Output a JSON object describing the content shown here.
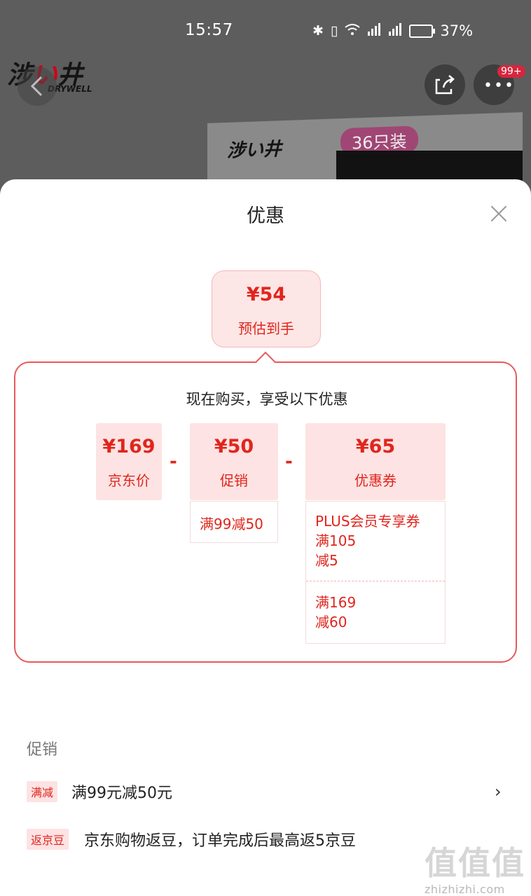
{
  "status_bar": {
    "time": "15:57",
    "icons": [
      "bluetooth-icon",
      "vibrate-icon",
      "wifi-icon",
      "signal-icon",
      "signal-5g-icon",
      "battery-icon"
    ],
    "battery": "37%"
  },
  "product_header": {
    "brand_cn_1": "涉",
    "brand_cn_2": "い",
    "brand_cn_3": "井",
    "brand_en": "DRYWELL",
    "more_badge": "99+",
    "box_logo": "涉い井",
    "pack_label": "36只装"
  },
  "sheet": {
    "title": "优惠",
    "estimate": {
      "price": "¥54",
      "label": "预估到手"
    },
    "panel_heading": "现在购买，享受以下优惠",
    "jd_price": {
      "amount": "¥169",
      "label": "京东价"
    },
    "promo": {
      "amount": "¥50",
      "label": "促销",
      "detail": "满99减50"
    },
    "coupon": {
      "amount": "¥65",
      "label": "优惠券",
      "items": [
        "PLUS会员专享券\n满105\n减5",
        "满169\n减60"
      ]
    },
    "minus_sign": "-"
  },
  "promotions": {
    "section_title": "促销",
    "rows": [
      {
        "tag": "满减",
        "text": "满99元减50元"
      },
      {
        "tag": "返京豆",
        "text": "京东购物返豆，订单完成后最高返5京豆"
      }
    ]
  },
  "watermark": {
    "cn": "值值值",
    "url": "zhizhizhi.com"
  },
  "colors": {
    "accent": "#e0261c",
    "tag_bg": "#fde3e3",
    "panel_border": "#e85a5a"
  }
}
